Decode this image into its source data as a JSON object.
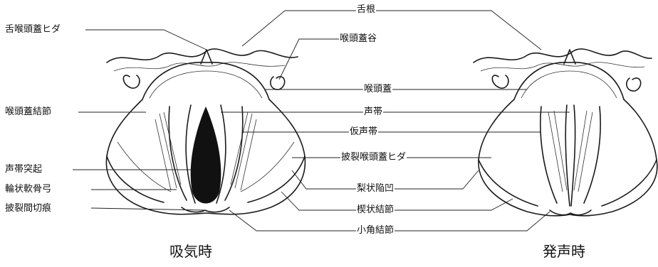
{
  "labels": {
    "aryepiglottic_fold_left": "舌喉頭蓋ヒダ",
    "tongue_root": "舌根",
    "vallecula": "喉頭蓋谷",
    "epiglottic_tubercle": "喉頭蓋結節",
    "epiglottis": "喉頭蓋",
    "vocal_cord": "声帯",
    "false_vocal_cord": "仮声帯",
    "vocal_process": "声帯突起",
    "cricoid_arch": "輪状軟骨弓",
    "aryepiglottic_fold": "披裂喉頭蓋ヒダ",
    "piriform_recess": "梨状陥凹",
    "interarytenoid_notch": "披裂間切痕",
    "cuneiform_tubercle": "楔状結節",
    "corniculate_tubercle": "小角結節"
  },
  "captions": {
    "inspiration": "吸気時",
    "phonation": "発声時"
  }
}
